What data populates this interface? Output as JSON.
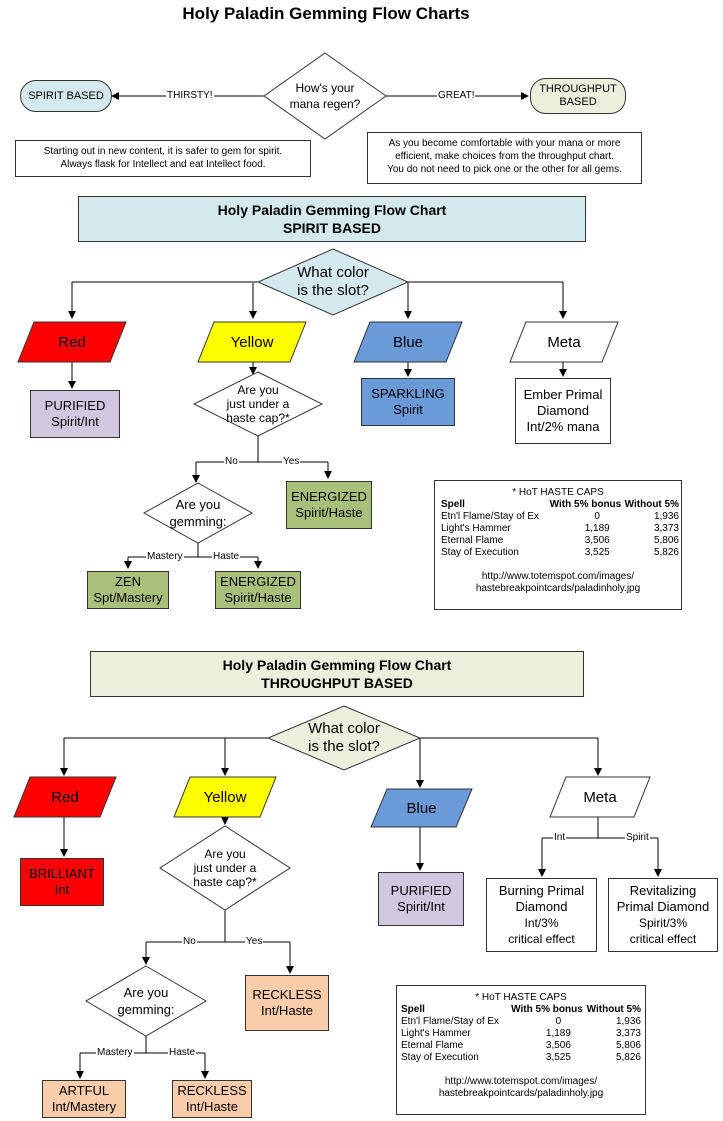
{
  "page_title": "Holy Paladin Gemming Flow Charts",
  "intro": {
    "spirit_based": "SPIRIT BASED",
    "thirsty": "THIRSTY!",
    "question": [
      "How's your",
      "mana regen?"
    ],
    "great": "GREAT!",
    "throughput_based": [
      "THROUGHPUT",
      "BASED"
    ],
    "spirit_note": [
      "Starting out in new content, it is safer to gem for spirit.",
      "Always flask for Intellect and eat Intellect food."
    ],
    "throughput_note": [
      "As you become comfortable with your mana or more",
      "efficient,  make choices from the throughput chart.",
      "You do not need to pick one or the other for all gems."
    ]
  },
  "spirit_chart": {
    "header": [
      "Holy Paladin Gemming Flow Chart",
      "SPIRIT BASED"
    ],
    "question": [
      "What color",
      "is the slot?"
    ],
    "colors": {
      "red": "Red",
      "yellow": "Yellow",
      "blue": "Blue",
      "meta": "Meta"
    },
    "red_gem": [
      "PURIFIED",
      "Spirit/Int"
    ],
    "blue_gem": [
      "SPARKLING",
      "Spirit"
    ],
    "meta_gem": [
      "Ember Primal",
      "Diamond",
      "Int/2% mana"
    ],
    "haste_question": [
      "Are you",
      "just under a",
      "haste cap?*"
    ],
    "no": "No",
    "yes": "Yes",
    "yes_gem": [
      "ENERGIZED",
      "Spirit/Haste"
    ],
    "gemming_question": [
      "Are you",
      "gemming:"
    ],
    "mastery": "Mastery",
    "haste": "Haste",
    "mastery_gem": [
      "ZEN",
      "Spt/Mastery"
    ],
    "haste_gem": [
      "ENERGIZED",
      "Spirit/Haste"
    ]
  },
  "throughput_chart": {
    "header": [
      "Holy Paladin Gemming Flow Chart",
      "THROUGHPUT BASED"
    ],
    "question": [
      "What color",
      "is the slot?"
    ],
    "colors": {
      "red": "Red",
      "yellow": "Yellow",
      "blue": "Blue",
      "meta": "Meta"
    },
    "red_gem": [
      "BRILLIANT",
      "Int"
    ],
    "blue_gem": [
      "PURIFIED",
      "Spirit/Int"
    ],
    "int": "Int",
    "spirit": "Spirit",
    "meta_int_gem": [
      "Burning Primal",
      "Diamond",
      "Int/3%",
      "critical effect"
    ],
    "meta_spirit_gem": [
      "Revitalizing",
      "Primal Diamond",
      "Spirit/3%",
      "critical effect"
    ],
    "haste_question": [
      "Are you",
      "just under a",
      "haste cap?*"
    ],
    "no": "No",
    "yes": "Yes",
    "yes_gem": [
      "RECKLESS",
      "Int/Haste"
    ],
    "gemming_question": [
      "Are you",
      "gemming:"
    ],
    "mastery": "Mastery",
    "haste": "Haste",
    "mastery_gem": [
      "ARTFUL",
      "Int/Mastery"
    ],
    "haste_gem": [
      "RECKLESS",
      "Int/Haste"
    ]
  },
  "haste_caps": {
    "title": "* HoT HASTE CAPS",
    "headers": [
      "Spell",
      "With 5% bonus",
      "Without 5%"
    ],
    "rows": [
      [
        "Etn'l Flame/Stay of Ex",
        "0",
        "1,936"
      ],
      [
        "Light's Hammer",
        "1,189",
        "3,373"
      ],
      [
        "Eternal Flame",
        "3,506",
        "5,806"
      ],
      [
        "Stay of Execution",
        "3,525",
        "5,826"
      ]
    ],
    "url": [
      "http://www.totemspot.com/images/",
      "hastebreakpointcards/paladinholy.jpg"
    ]
  },
  "colors": {
    "red": "#ff0000",
    "yellow": "#ffff00",
    "blue": "#6a9ad8",
    "spirit_header": "#d4e9ee",
    "intro_pill": "#d4e9ee",
    "throughput_pill": "#eaf0dc",
    "throughput_header": "#eaf0dc",
    "purple_box": "#d0c8e0",
    "green_box": "#a9c07a",
    "orange_box": "#f9ccaa",
    "throughput_diamond": "#eaf0dc",
    "spirit_diamond": "#d4e9ee"
  }
}
